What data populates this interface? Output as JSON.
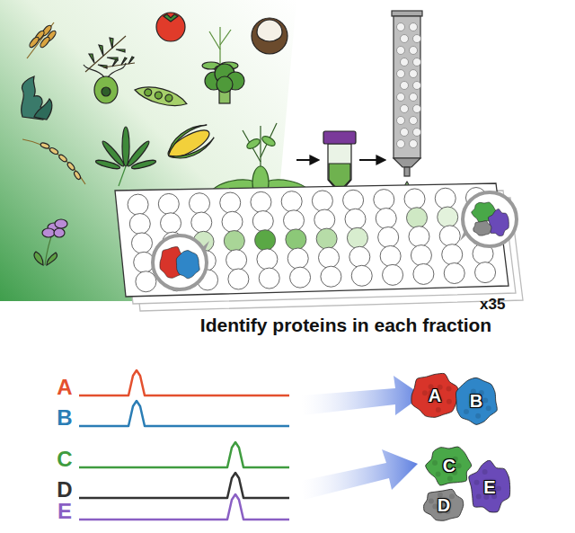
{
  "diagram": {
    "nodes": [
      {
        "text": [
          "A"
        ]
      },
      {
        "text": [
          "B"
        ]
      },
      {
        "text": [
          "C"
        ]
      },
      {
        "text": [
          "E"
        ]
      },
      {
        "text": [
          "D"
        ]
      }
    ],
    "labels": [
      "x35",
      "Identify proteins in each fraction",
      "A",
      "B",
      "C",
      "D",
      "E"
    ]
  }
}
